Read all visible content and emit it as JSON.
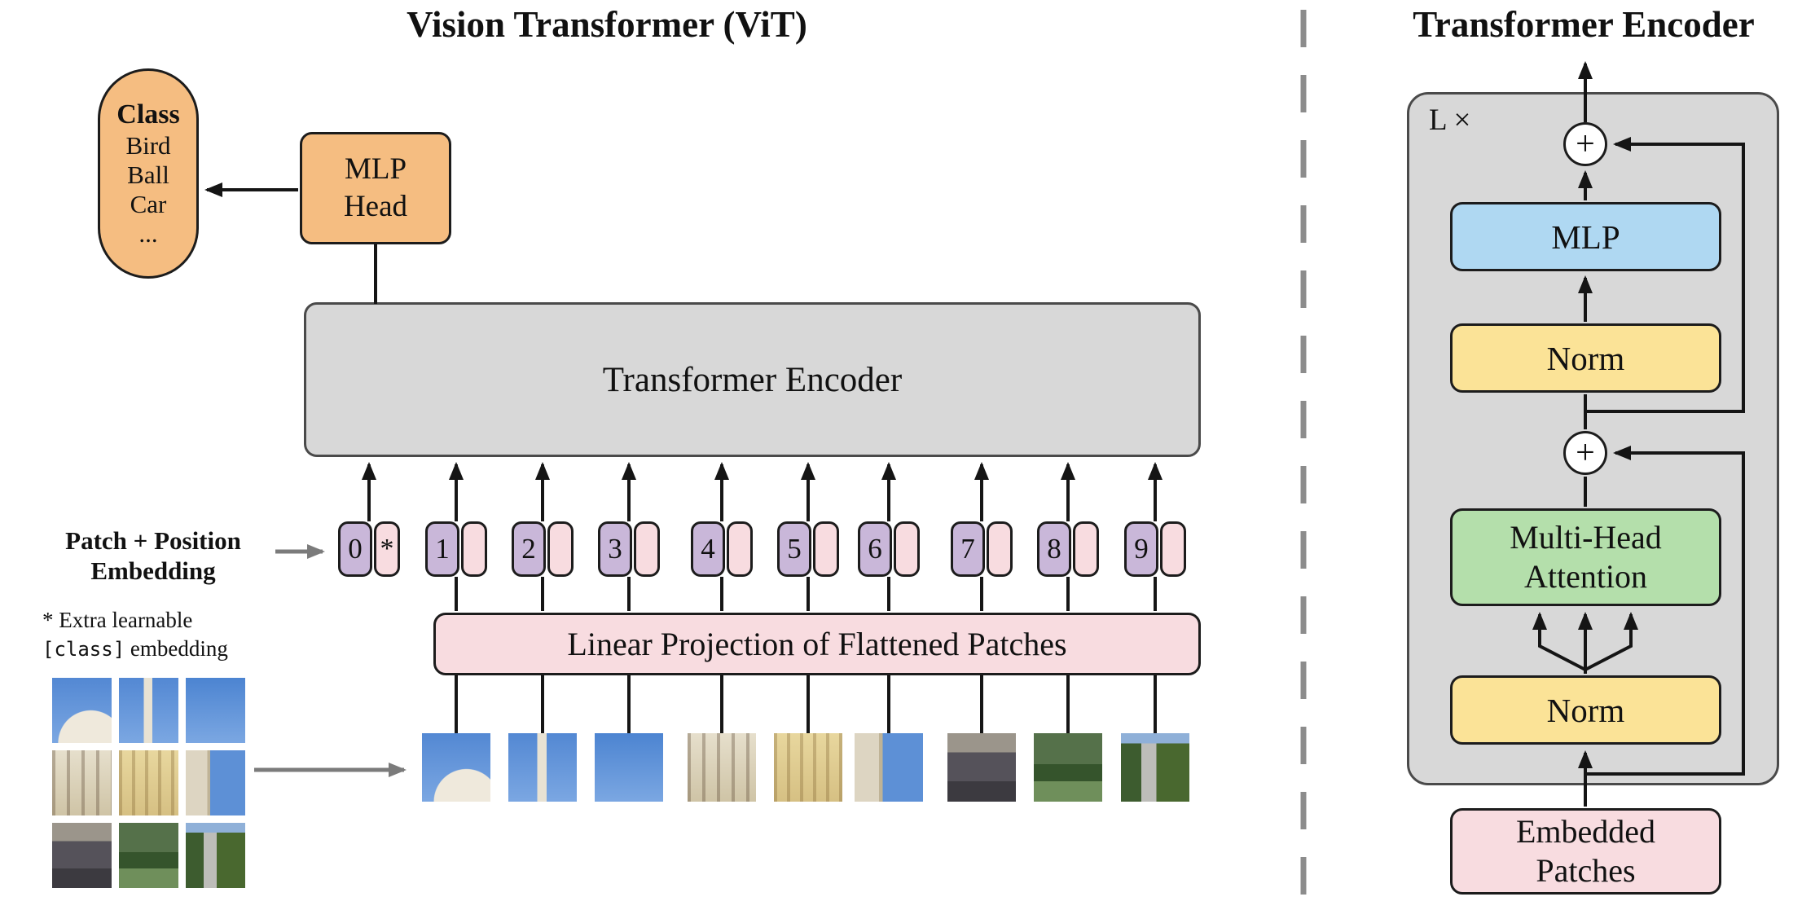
{
  "colors": {
    "orange": "#F5BD81",
    "gray_box": "#D8D8D8",
    "purple_token": "#C9B7D9",
    "pink": "#F8DCE0",
    "blue": "#AFD8F2",
    "yellow": "#FBE397",
    "green": "#B4DFAB"
  },
  "left": {
    "title": "Vision Transformer (ViT)",
    "class_block": {
      "heading": "Class",
      "items": [
        "Bird",
        "Ball",
        "Car",
        "..."
      ]
    },
    "mlp_head": {
      "line1": "MLP",
      "line2": "Head"
    },
    "encoder_label": "Transformer Encoder",
    "patch_position": {
      "line1": "Patch + Position",
      "line2": "Embedding"
    },
    "note": {
      "line1": "* Extra learnable",
      "code": "[class]",
      "rest": " embedding"
    },
    "linear_projection": "Linear Projection of Flattened Patches",
    "tokens": [
      {
        "label": "0",
        "mark": "*"
      },
      {
        "label": "1",
        "mark": ""
      },
      {
        "label": "2",
        "mark": ""
      },
      {
        "label": "3",
        "mark": ""
      },
      {
        "label": "4",
        "mark": ""
      },
      {
        "label": "5",
        "mark": ""
      },
      {
        "label": "6",
        "mark": ""
      },
      {
        "label": "7",
        "mark": ""
      },
      {
        "label": "8",
        "mark": ""
      },
      {
        "label": "9",
        "mark": ""
      }
    ]
  },
  "right": {
    "title": "Transformer Encoder",
    "loop": "L ×",
    "plus_top": "+",
    "plus_mid": "+",
    "mlp": "MLP",
    "norm_top": "Norm",
    "mha": {
      "line1": "Multi-Head",
      "line2": "Attention"
    },
    "norm_bottom": "Norm",
    "embedded": {
      "line1": "Embedded",
      "line2": "Patches"
    }
  }
}
